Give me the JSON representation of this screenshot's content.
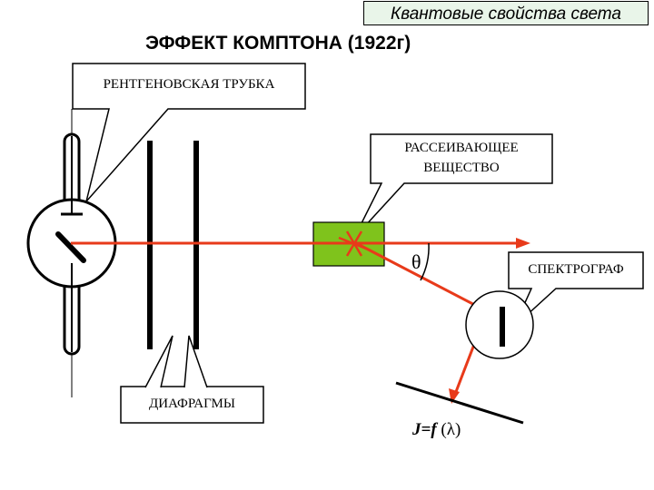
{
  "header": {
    "topic": "Квантовые свойства света"
  },
  "title": "ЭФФЕКТ КОМПТОНА (1922г)",
  "labels": {
    "xray_tube": "РЕНТГЕНОВСКАЯ ТРУБКА",
    "scatterer_line1": "РАССЕИВАЮЩЕЕ",
    "scatterer_line2": "ВЕЩЕСТВО",
    "spectrograph": "СПЕКТРОГРАФ",
    "diaphragms": "ДИАФРАГМЫ",
    "angle": "θ",
    "formula_lhs": "J=",
    "formula_f": "f",
    "formula_arg": " (λ)"
  },
  "colors": {
    "beam": "#e83a1a",
    "scatterer_fill": "#7fc31c",
    "header_bg": "#e9f5e9"
  }
}
